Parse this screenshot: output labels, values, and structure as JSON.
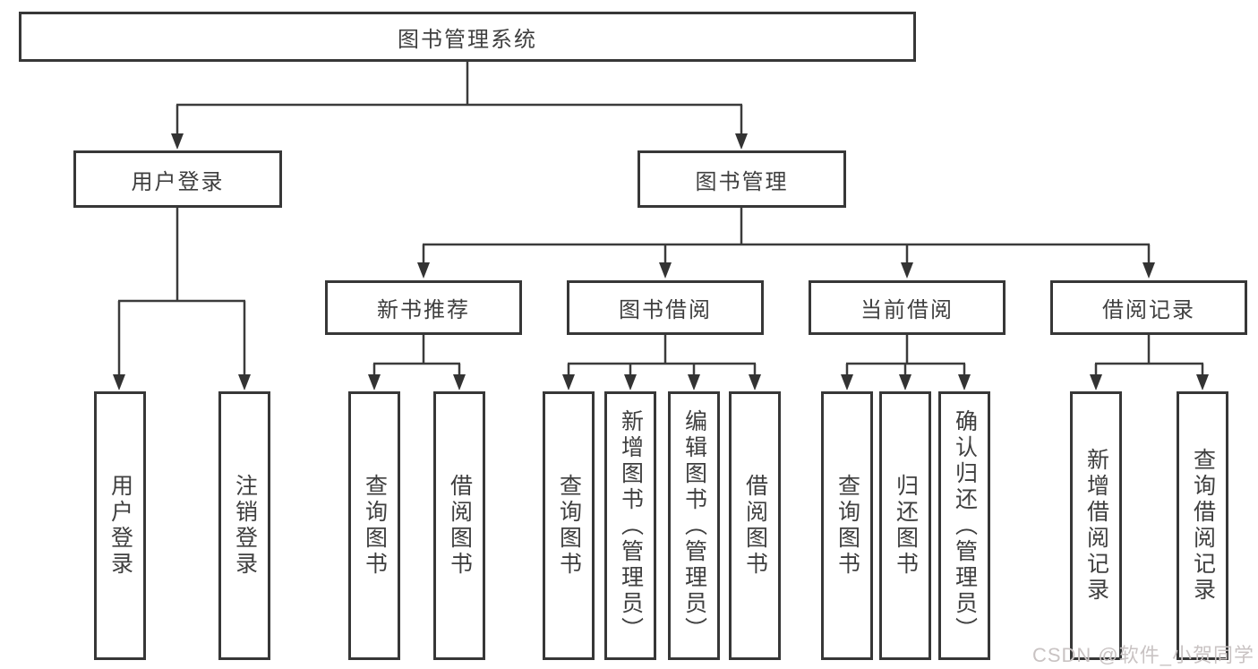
{
  "tree": {
    "root_label": "图书管理系统",
    "level2": [
      {
        "label": "用户登录"
      },
      {
        "label": "图书管理"
      }
    ],
    "level3": [
      {
        "label": "新书推荐"
      },
      {
        "label": "图书借阅"
      },
      {
        "label": "当前借阅"
      },
      {
        "label": "借阅记录"
      }
    ],
    "leaves": {
      "user_login": [
        "用户登录",
        "注销登录"
      ],
      "new_book_rec": [
        "查询图书",
        "借阅图书"
      ],
      "book_borrow": [
        "查询图书",
        "新增图书（管理员）",
        "编辑图书（管理员）",
        "借阅图书"
      ],
      "current_borrow": [
        "查询图书",
        "归还图书",
        "确认归还（管理员）"
      ],
      "borrow_record": [
        "新增借阅记录",
        "查询借阅记录"
      ]
    }
  },
  "watermark": {
    "text": "CSDN @软件_小贺同学"
  },
  "colors": {
    "line": "#3b3b3b",
    "border": "#373737",
    "text": "#3f3f3f",
    "watermark": "#c9c3c3",
    "background": "#ffffff"
  }
}
